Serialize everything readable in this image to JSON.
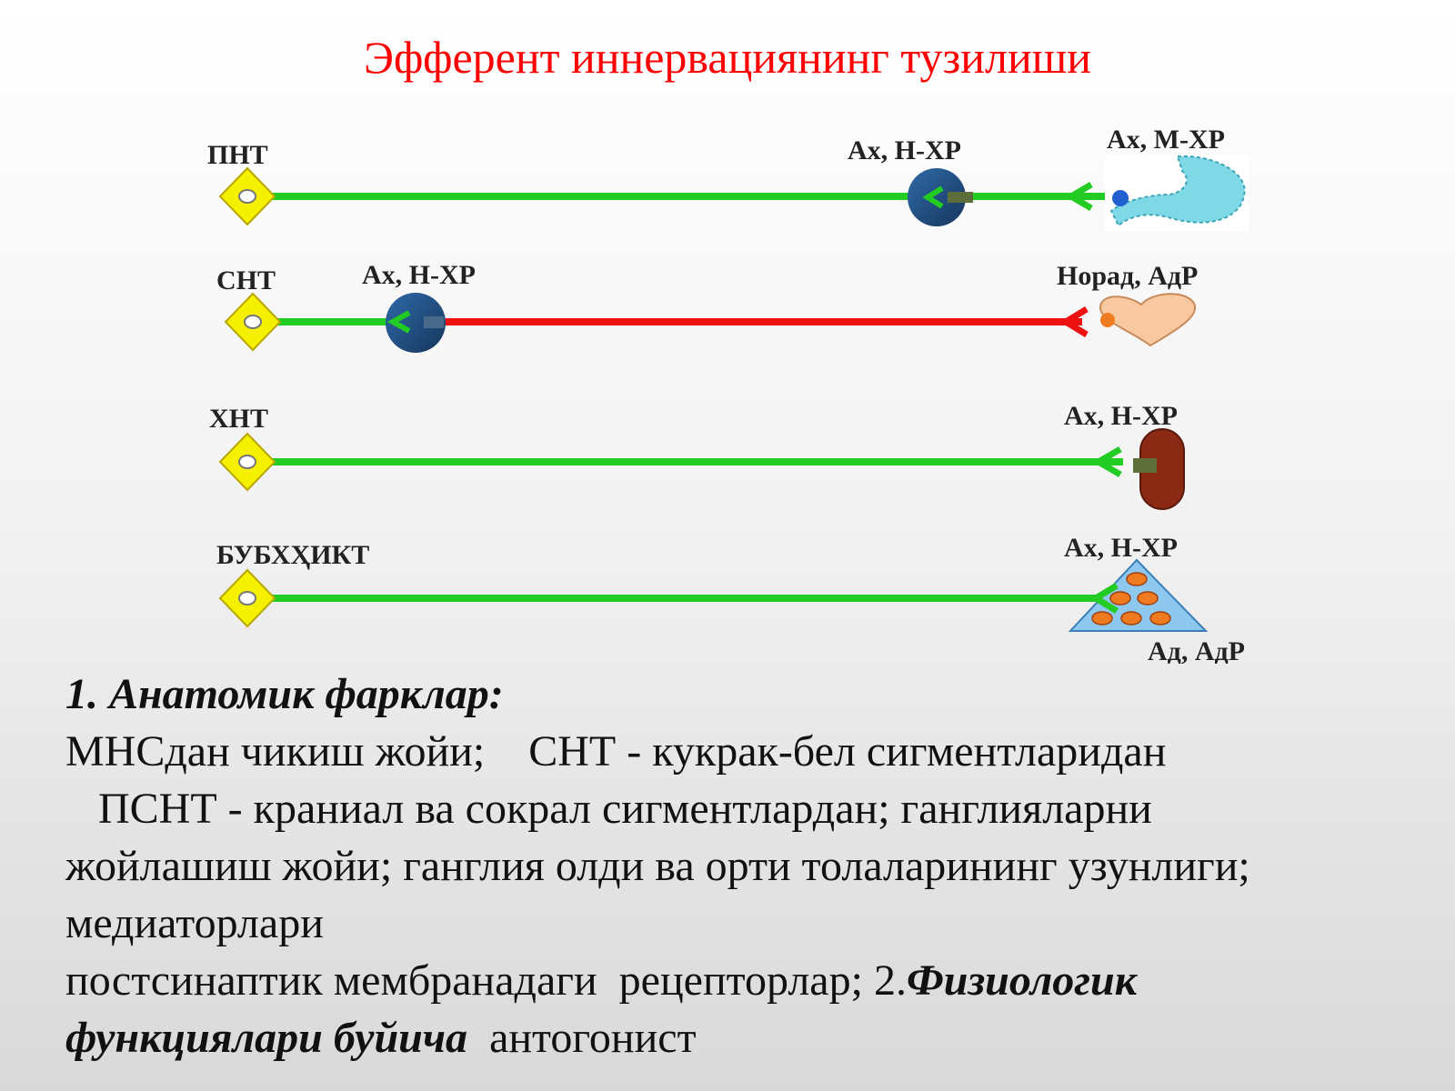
{
  "title": "Эфферент иннервациянинг тузилиши",
  "diagram": {
    "rows": [
      {
        "label": "ПНТ",
        "ganglion_label": "Ах, Н-ХР",
        "target_label": "Ах, М-ХР",
        "target": "stomach-icon",
        "postganglionic_color": "#22cc22"
      },
      {
        "label": "СНТ",
        "ganglion_label": "Ах, Н-ХР",
        "target_label": "Норад, АдР",
        "target": "heart-icon",
        "postganglionic_color": "#ee1111"
      },
      {
        "label": "ХНТ",
        "target_label": "Ах, Н-ХР",
        "target": "muscle-icon"
      },
      {
        "label": "БУБХҲИКТ",
        "target_label": "Ах, Н-ХР",
        "target_label_2": "Ад, АдР",
        "target": "adrenal-gland-icon"
      }
    ],
    "colors": {
      "nerve": "#22cc22",
      "sympathetic_post": "#ee1111",
      "nucleus": "#f5ef00",
      "ganglion": "#1f4f86"
    }
  },
  "text": {
    "heading": "1. Анатомик фарклар:",
    "line1": "МНСдан чикиш жойи;    СНТ - кукрак-бел сигментларидан",
    "line2": "   ПСНТ - краниал ва сокрал сигментлардан; ганглияларни",
    "line3": "жойлашиш жойи; ганглия олди ва орти толаларининг узунлиги;",
    "line4": "медиаторлари",
    "line5a": "постсинаптик мембранадаги  рецепторлар; 2.",
    "line5b": "Физиологик",
    "line6a": "функциялари буйича",
    "line6b": "  антогонист"
  }
}
